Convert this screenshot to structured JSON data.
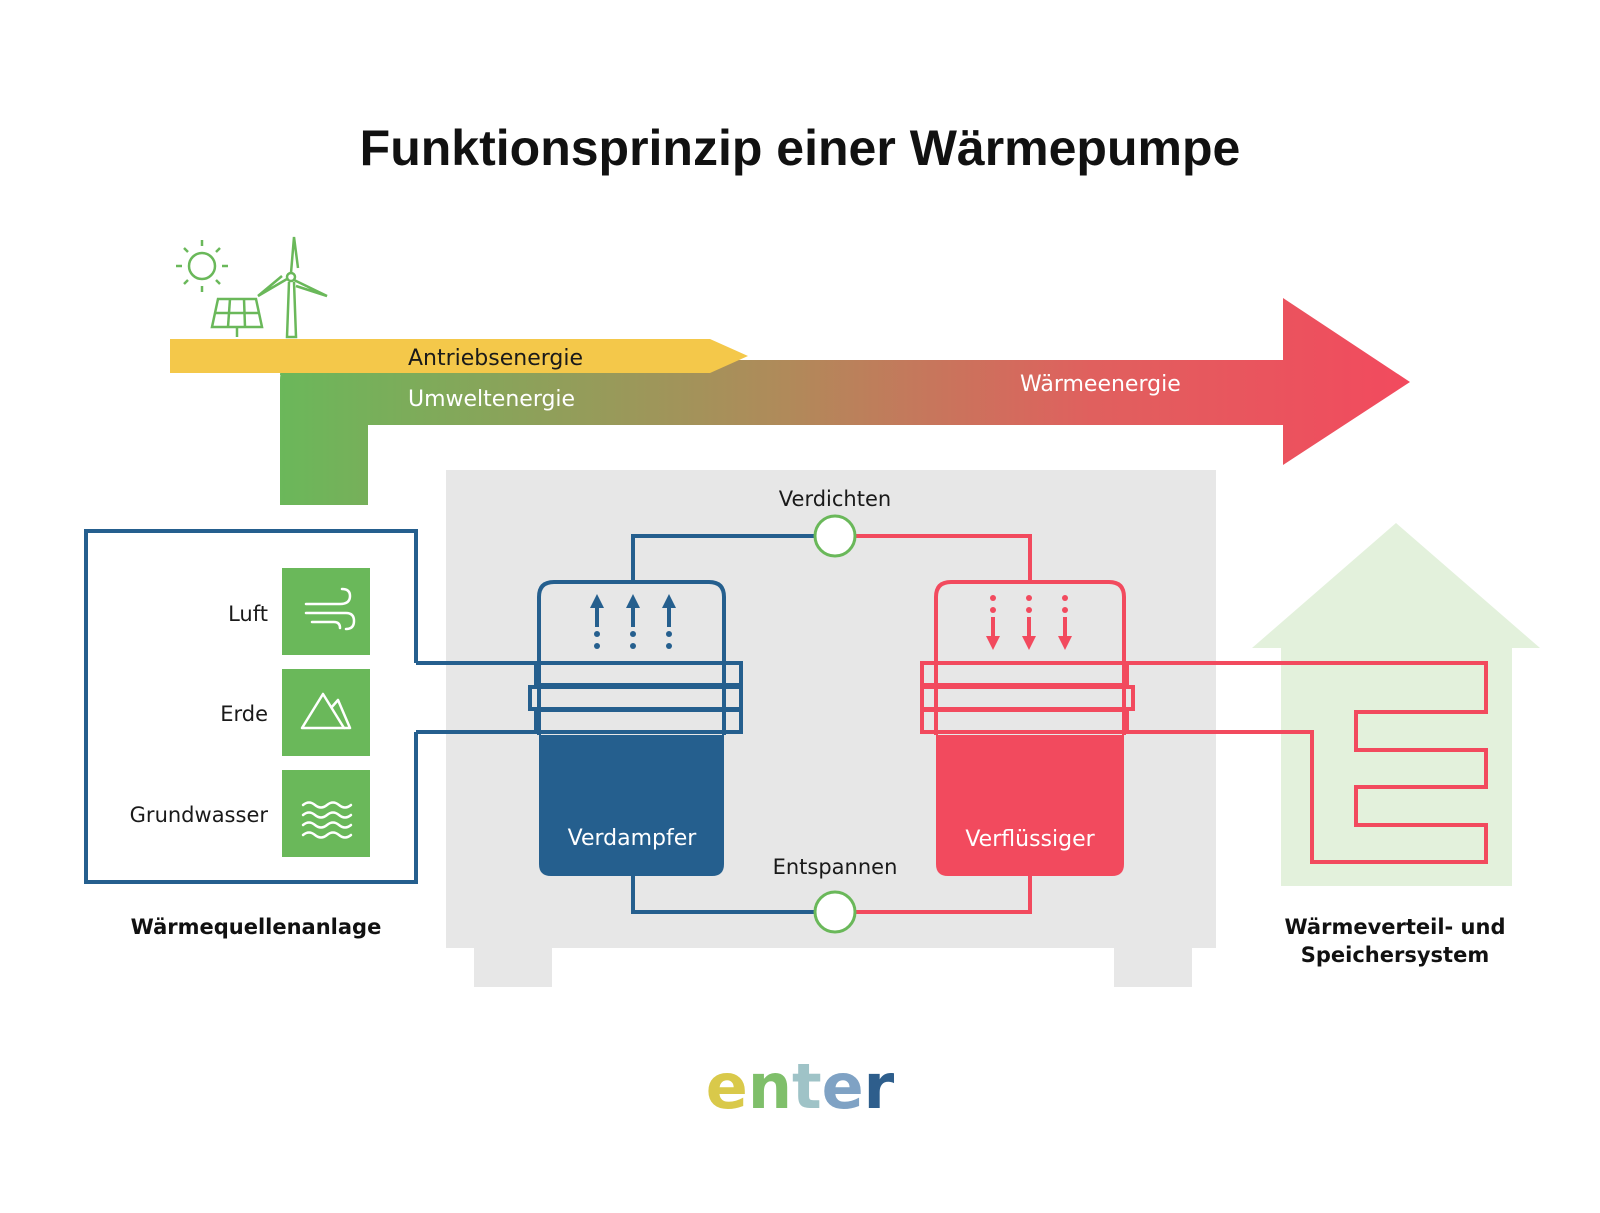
{
  "title": "Funktionsprinzip einer Wärmepumpe",
  "flow": {
    "drive_energy": "Antriebsenergie",
    "environment_energy": "Umweltenergie",
    "heat_energy": "Wärmeenergie"
  },
  "source": {
    "label": "Wärmequellenanlage",
    "items": [
      {
        "label": "Luft",
        "icon": "wind-icon"
      },
      {
        "label": "Erde",
        "icon": "mountain-icon"
      },
      {
        "label": "Grundwasser",
        "icon": "water-waves-icon"
      }
    ]
  },
  "heat_pump": {
    "compress": "Verdichten",
    "expand": "Entspannen",
    "evaporator": "Verdampfer",
    "condenser": "Verflüssiger"
  },
  "distribution": {
    "label_line1": "Wärmeverteil- und",
    "label_line2": "Speichersystem"
  },
  "logo": {
    "letters": [
      "e",
      "n",
      "t",
      "e",
      "r"
    ],
    "colors": [
      "#d9c94a",
      "#7fbf6a",
      "#9fc3c7",
      "#7fa2c4",
      "#2e5e8c"
    ]
  },
  "colors": {
    "blue": "#255f8e",
    "red": "#f24a5e",
    "green": "#6ab85a",
    "yellow": "#f4c84a",
    "unit_gray": "#e7e7e7",
    "house": "#e3f1dc"
  }
}
